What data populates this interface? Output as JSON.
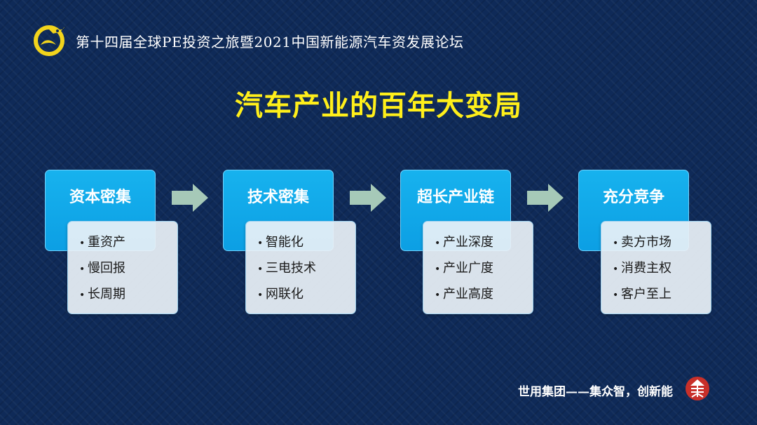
{
  "header": {
    "title": "第十四届全球PE投资之旅暨2021中国新能源汽车资发展论坛",
    "logo_icon": "dragon-logo-icon"
  },
  "main_title": "汽车产业的百年大变局",
  "colors": {
    "background": "#0f2a58",
    "title": "#ffef1a",
    "stage_head": "#0ea6e8",
    "stage_list": "#e8f0f6",
    "arrow": "#a6c9b8",
    "footer_logo": "#c8302a"
  },
  "stages": [
    {
      "title": "资本密集",
      "items": [
        "重资产",
        "慢回报",
        "长周期"
      ]
    },
    {
      "title": "技术密集",
      "items": [
        "智能化",
        "三电技术",
        "网联化"
      ]
    },
    {
      "title": "超长产业链",
      "items": [
        "产业深度",
        "产业广度",
        "产业高度"
      ]
    },
    {
      "title": "充分竞争",
      "items": [
        "卖方市场",
        "消费主权",
        "客户至上"
      ]
    }
  ],
  "arrow_icon": "right-arrow-icon",
  "footer": {
    "slogan": "世用集团——集众智，创新能",
    "logo_icon": "company-logo-icon"
  }
}
